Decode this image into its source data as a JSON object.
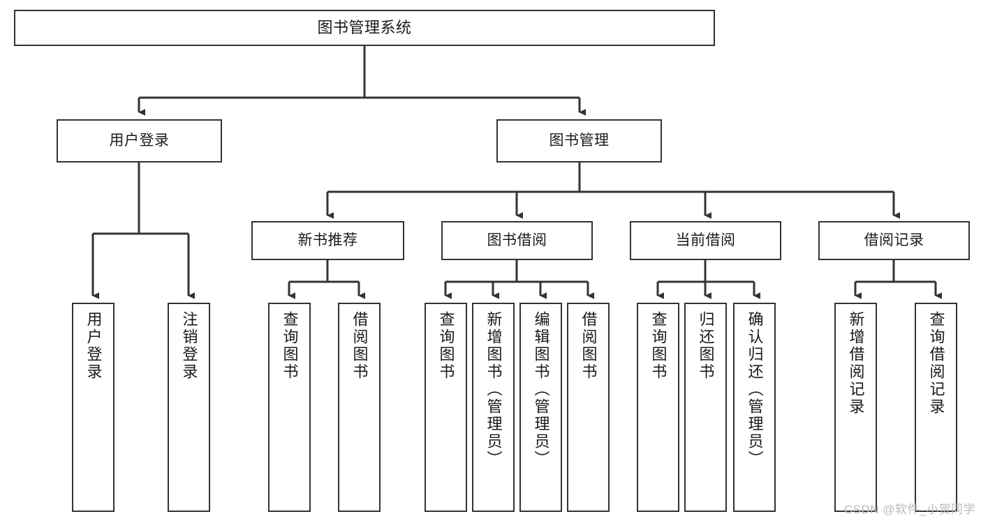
{
  "diagram": {
    "title": "图书管理系统",
    "type": "functional-structure-tree",
    "colors": {
      "box_border": "#333333",
      "box_fill": "#ffffff",
      "connector": "#333333",
      "text": "#1a1a1a",
      "background": "#ffffff",
      "watermark": "#b9b9b9"
    }
  },
  "root": {
    "label": "图书管理系统"
  },
  "level2": [
    {
      "label": "用户登录"
    },
    {
      "label": "图书管理"
    }
  ],
  "level3": [
    {
      "label": "新书推荐"
    },
    {
      "label": "图书借阅"
    },
    {
      "label": "当前借阅"
    },
    {
      "label": "借阅记录"
    }
  ],
  "leaves": {
    "user_login": [
      {
        "label": "用户登录"
      },
      {
        "label": "注销登录"
      }
    ],
    "new_book_recommend": [
      {
        "label": "查询图书"
      },
      {
        "label": "借阅图书"
      }
    ],
    "book_borrow": [
      {
        "label": "查询图书"
      },
      {
        "label": "新增图书（管理员）"
      },
      {
        "label": "编辑图书（管理员）"
      },
      {
        "label": "借阅图书"
      }
    ],
    "current_borrow": [
      {
        "label": "查询图书"
      },
      {
        "label": "归还图书"
      },
      {
        "label": "确认归还（管理员）"
      }
    ],
    "borrow_record": [
      {
        "label": "新增借阅记录"
      },
      {
        "label": "查询借阅记录"
      }
    ]
  },
  "watermark": {
    "text": "CSDN @软件_小贺同学"
  }
}
